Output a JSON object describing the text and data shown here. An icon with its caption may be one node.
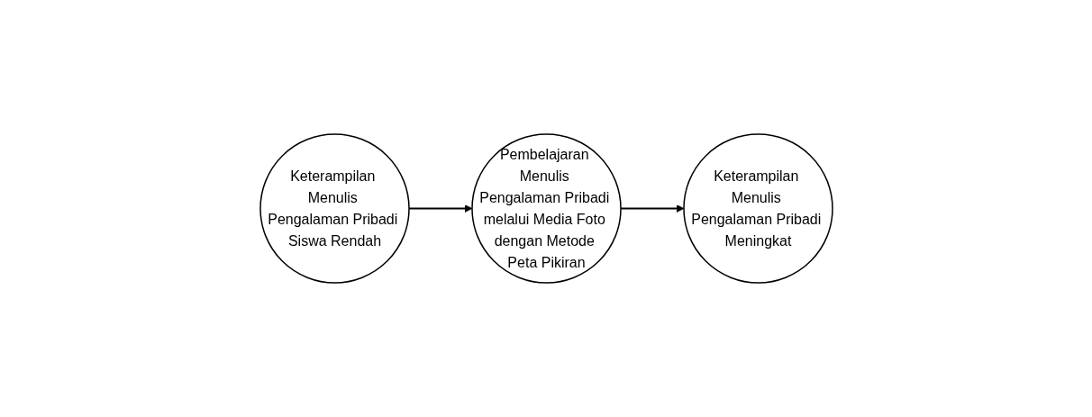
{
  "diagram": {
    "nodes": [
      {
        "text": [
          "Keterampilan Menulis Pengalaman Pribadi Siswa Rendah"
        ]
      },
      {
        "text": [
          "Pembelajaran Menulis Pengalaman Pribadi melalui Media Foto dengan Metode Peta Pikiran"
        ]
      },
      {
        "text": [
          "Keterampilan Menulis Pengalaman Pribadi Meningkat"
        ]
      }
    ],
    "edges": [
      {
        "from": 0,
        "to": 1,
        "arrow": "to"
      },
      {
        "from": 1,
        "to": 2,
        "arrow": "to"
      }
    ]
  }
}
